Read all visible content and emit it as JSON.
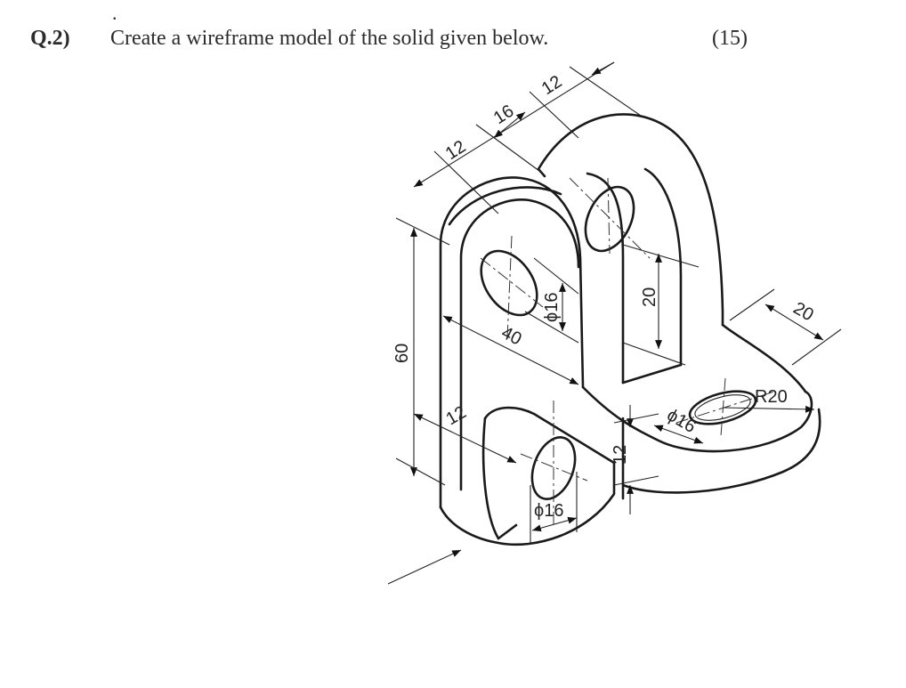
{
  "header": {
    "dot": ".",
    "question_number": "Q.2)",
    "question_text": "Create a wireframe model of the solid given below.",
    "marks": "(15)"
  },
  "drawing": {
    "dimensions": {
      "d_12_top_left": "12",
      "d_16_top": "16",
      "d_12_top_right": "12",
      "d_phi16_upper": "ϕ16",
      "d_20_slot": "20",
      "d_40": "40",
      "d_60": "60",
      "d_20_right": "20",
      "d_R20": "R20",
      "d_phi16_right": "ϕ16",
      "d_12_lower_left": "12",
      "d_12_thickness": "12",
      "d_phi16_lower": "ϕ16"
    }
  }
}
